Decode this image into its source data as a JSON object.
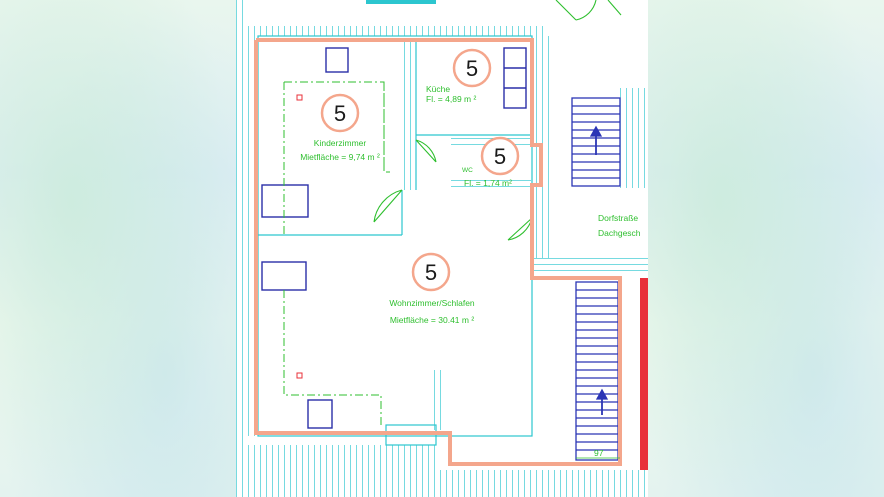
{
  "plan": {
    "rooms": [
      {
        "badge": "5",
        "name": "Kinderzimmer",
        "area": "Mietfläche = 9,74 m ²"
      },
      {
        "badge": "5",
        "name": "Küche",
        "area": "Fl. = 4,89 m ²"
      },
      {
        "badge": "5",
        "name": "WC",
        "area": "Fl. = 1,74 m²"
      },
      {
        "badge": "5",
        "name": "Wohnzimmer/Schlafen",
        "area": "Mietfläche = 30.41 m ²"
      }
    ],
    "neighbour_label_1": "Dorfstraße",
    "neighbour_label_2": "Dachgesch",
    "dimension": "97"
  },
  "colors": {
    "outline": "#f4a68c",
    "wall_hatch": "#2cc6cf",
    "text_green": "#2fbf2f",
    "furniture_blue": "#2a2fa8",
    "stair_blue": "#2b35b5",
    "accent_red": "#e8303a"
  }
}
